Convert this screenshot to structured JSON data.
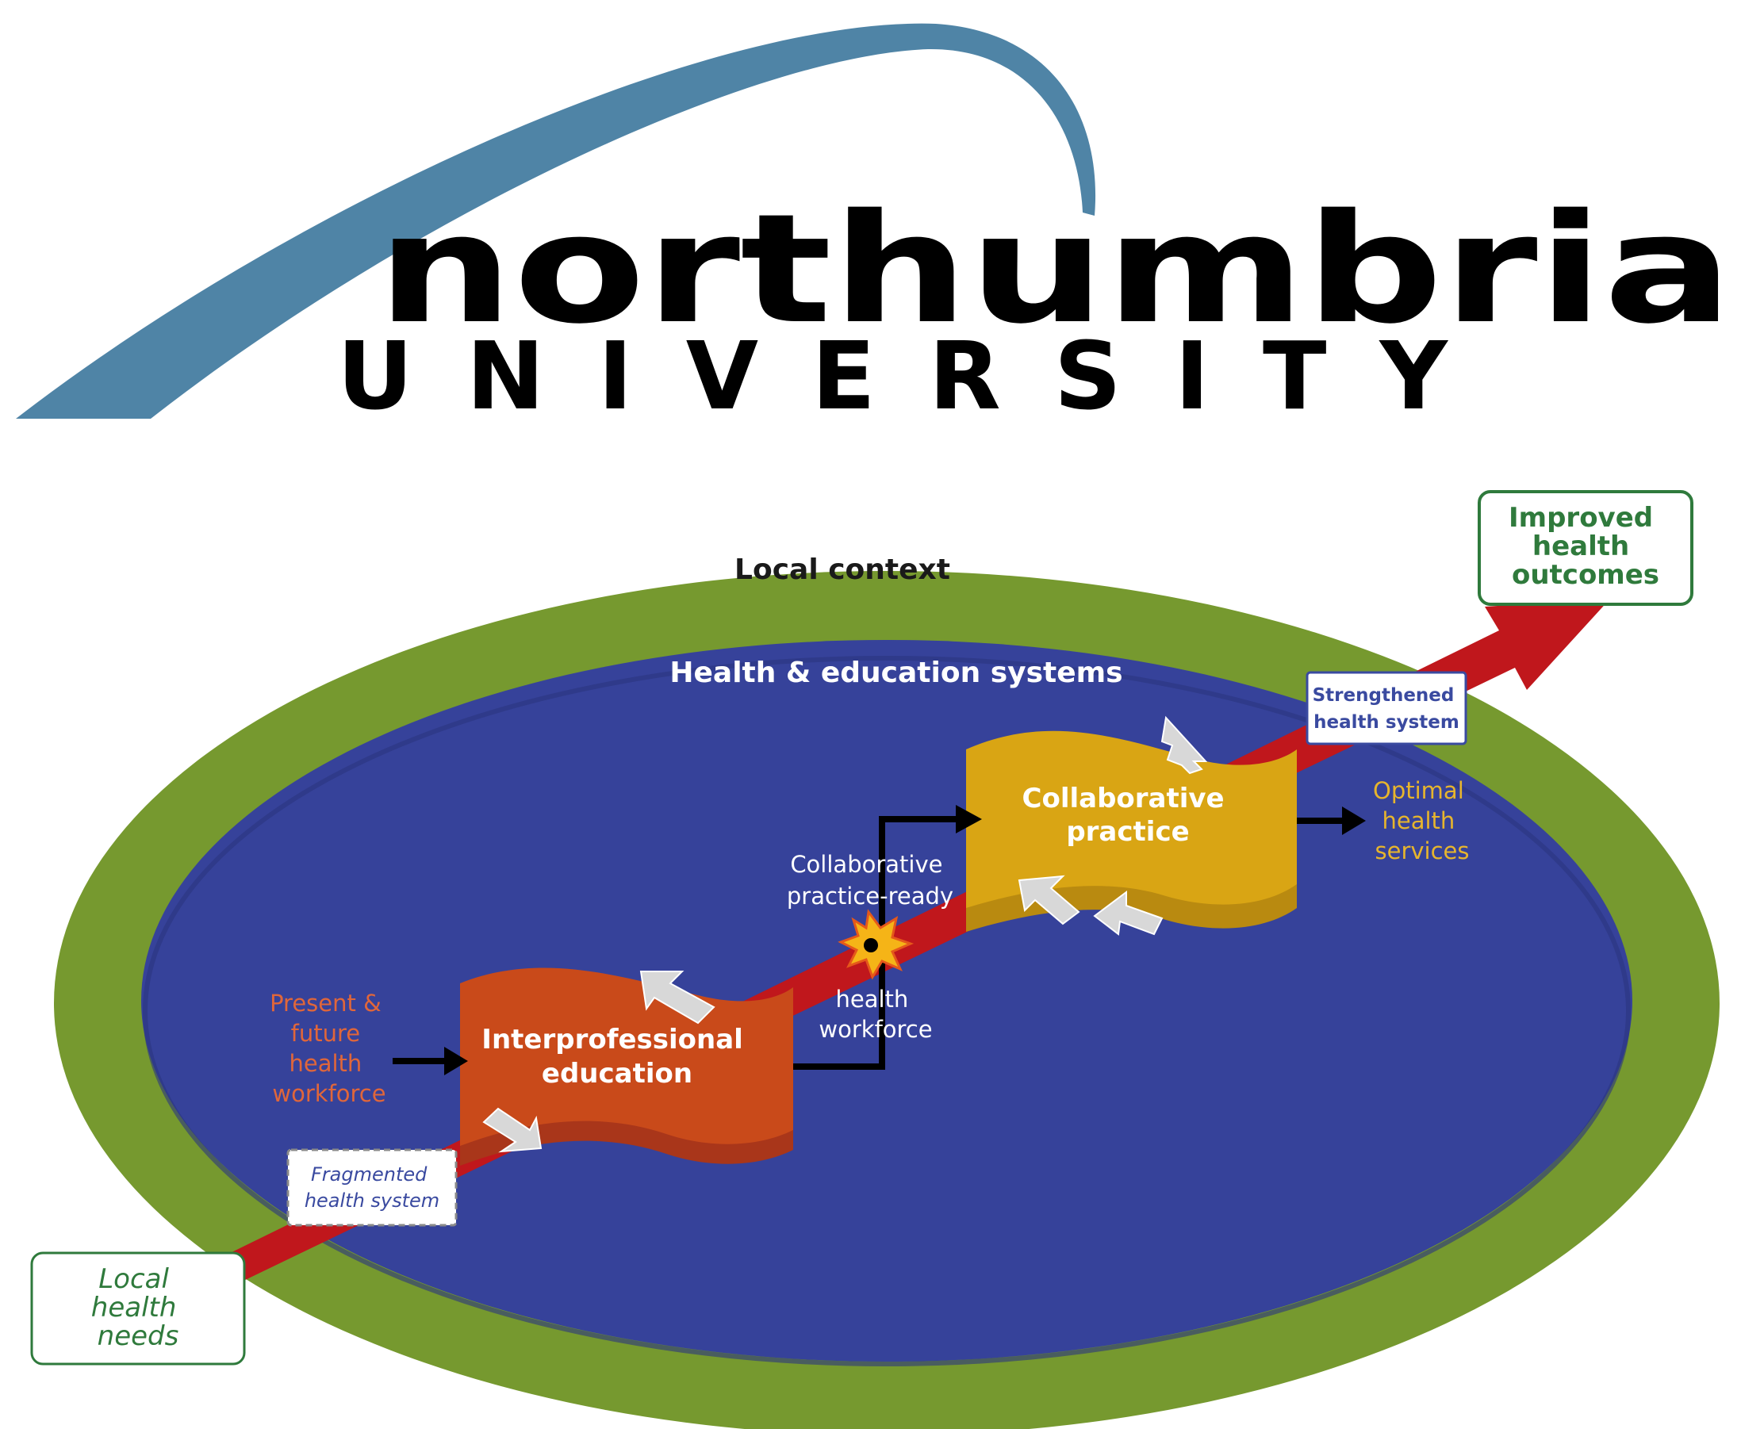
{
  "logo": {
    "name": "northumbria",
    "subtitle": "UNIVERSITY"
  },
  "diagram": {
    "outer_label": "Local context",
    "inner_label": "Health & education systems",
    "input_label": [
      "Present &",
      "future",
      "health",
      "workforce"
    ],
    "ipe_label": [
      "Interprofessional",
      "education"
    ],
    "ready_label_top": [
      "Collaborative",
      "practice-ready"
    ],
    "ready_label_bottom": [
      "health",
      "workforce"
    ],
    "cp_label": [
      "Collaborative",
      "practice"
    ],
    "output_label": [
      "Optimal",
      "health",
      "services"
    ],
    "fragmented_label": [
      "Fragmented",
      "health system"
    ],
    "strengthened_label": [
      "Strengthened",
      "health system"
    ],
    "local_needs_label": [
      "Local",
      "health",
      "needs"
    ],
    "improved_label": [
      "Improved",
      "health",
      "outcomes"
    ]
  },
  "colors": {
    "arc_blue": "#4f84a6",
    "green_ring": "#76992f",
    "blue_field": "#36429a",
    "red_arrow": "#c0171c",
    "ipe_orange": "#c94a1a",
    "cp_yellow": "#d9a514",
    "orange_text": "#e0663a",
    "yellow_text": "#e7b52d",
    "box_green": "#2f7a3c",
    "box_blue": "#3a4aa0"
  }
}
